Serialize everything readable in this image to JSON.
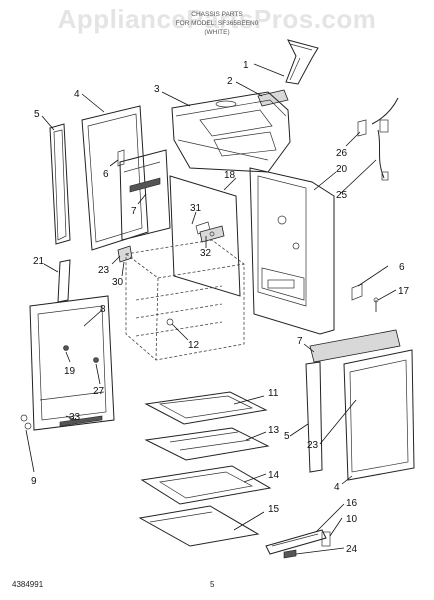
{
  "watermark": "AppliancePartsPros.com",
  "header": {
    "line1": "CHASSIS PARTS",
    "line2": "FOR MODEL: SF365BEEN0",
    "line3": "(WHITE)"
  },
  "footer": {
    "doc_number": "4384991",
    "page_number": "5"
  },
  "callouts": [
    "1",
    "2",
    "3",
    "4",
    "5",
    "6",
    "7",
    "18",
    "31",
    "32",
    "23",
    "30",
    "21",
    "8",
    "19",
    "27",
    "33",
    "9",
    "11",
    "13",
    "14",
    "15",
    "12",
    "26",
    "20",
    "25",
    "6",
    "17",
    "7",
    "5",
    "23",
    "4",
    "16",
    "10",
    "24"
  ]
}
